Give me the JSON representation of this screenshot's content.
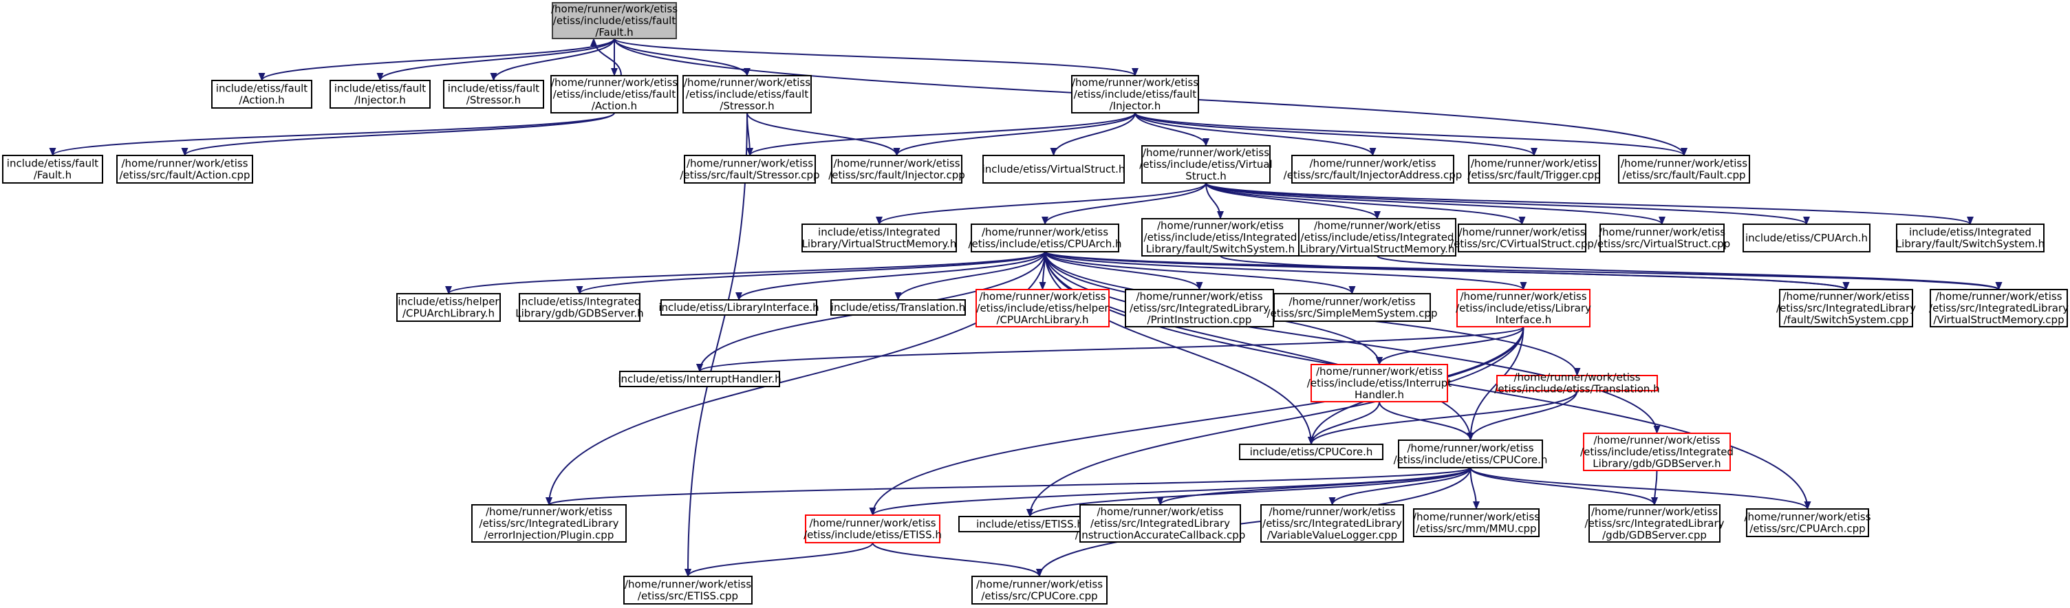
{
  "colors": {
    "edge": "#191970",
    "root_fill": "#bfbfbf",
    "highlight_border": "#ff0000"
  },
  "nodes": {
    "fault_h": {
      "lines": [
        "/home/runner/work/etiss",
        "/etiss/include/etiss/fault",
        "/Fault.h"
      ],
      "style": "root"
    },
    "inc_action": {
      "lines": [
        "include/etiss/fault",
        "/Action.h"
      ]
    },
    "inc_injector": {
      "lines": [
        "include/etiss/fault",
        "/Injector.h"
      ]
    },
    "inc_stressor": {
      "lines": [
        "include/etiss/fault",
        "/Stressor.h"
      ]
    },
    "action_h": {
      "lines": [
        "/home/runner/work/etiss",
        "/etiss/include/etiss/fault",
        "/Action.h"
      ]
    },
    "stressor_h": {
      "lines": [
        "/home/runner/work/etiss",
        "/etiss/include/etiss/fault",
        "/Stressor.h"
      ]
    },
    "injector_h": {
      "lines": [
        "/home/runner/work/etiss",
        "/etiss/include/etiss/fault",
        "/Injector.h"
      ]
    },
    "inc_fault": {
      "lines": [
        "include/etiss/fault",
        "/Fault.h"
      ]
    },
    "action_cpp": {
      "lines": [
        "/home/runner/work/etiss",
        "/etiss/src/fault/Action.cpp"
      ]
    },
    "stressor_cpp": {
      "lines": [
        "/home/runner/work/etiss",
        "/etiss/src/fault/Stressor.cpp"
      ]
    },
    "injector_cpp": {
      "lines": [
        "/home/runner/work/etiss",
        "/etiss/src/fault/Injector.cpp"
      ]
    },
    "inc_vstruct": {
      "lines": [
        "include/etiss/VirtualStruct.h"
      ]
    },
    "vstruct_h": {
      "lines": [
        "/home/runner/work/etiss",
        "/etiss/include/etiss/Virtual",
        "Struct.h"
      ]
    },
    "injaddr_cpp": {
      "lines": [
        "/home/runner/work/etiss",
        "/etiss/src/fault/InjectorAddress.cpp"
      ]
    },
    "trigger_cpp": {
      "lines": [
        "/home/runner/work/etiss",
        "/etiss/src/fault/Trigger.cpp"
      ]
    },
    "fault_cpp": {
      "lines": [
        "/home/runner/work/etiss",
        "/etiss/src/fault/Fault.cpp"
      ]
    },
    "inc_il_vsm": {
      "lines": [
        "include/etiss/Integrated",
        "Library/VirtualStructMemory.h"
      ]
    },
    "cpuarch_h": {
      "lines": [
        "/home/runner/work/etiss",
        "/etiss/include/etiss/CPUArch.h"
      ]
    },
    "il_fault_ss_h": {
      "lines": [
        "/home/runner/work/etiss",
        "/etiss/include/etiss/Integrated",
        "Library/fault/SwitchSystem.h"
      ]
    },
    "il_vsm_h": {
      "lines": [
        "/home/runner/work/etiss",
        "/etiss/include/etiss/Integrated",
        "Library/VirtualStructMemory.h"
      ]
    },
    "cvstruct_cpp": {
      "lines": [
        "/home/runner/work/etiss",
        "/etiss/src/CVirtualStruct.cpp"
      ]
    },
    "vstruct_cpp": {
      "lines": [
        "/home/runner/work/etiss",
        "/etiss/src/VirtualStruct.cpp"
      ]
    },
    "inc_cpuarch": {
      "lines": [
        "include/etiss/CPUArch.h"
      ]
    },
    "inc_il_fault_ss": {
      "lines": [
        "include/etiss/Integrated",
        "Library/fault/SwitchSystem.h"
      ]
    },
    "inc_helper_cal": {
      "lines": [
        "include/etiss/helper",
        "/CPUArchLibrary.h"
      ]
    },
    "inc_il_gdb": {
      "lines": [
        "include/etiss/Integrated",
        "Library/gdb/GDBServer.h"
      ]
    },
    "inc_libif": {
      "lines": [
        "include/etiss/LibraryInterface.h"
      ]
    },
    "inc_translation": {
      "lines": [
        "include/etiss/Translation.h"
      ]
    },
    "helper_cal_h": {
      "lines": [
        "/home/runner/work/etiss",
        "/etiss/include/etiss/helper",
        "/CPUArchLibrary.h"
      ],
      "style": "red"
    },
    "printinstr_cpp": {
      "lines": [
        "/home/runner/work/etiss",
        "/etiss/src/IntegratedLibrary",
        "/PrintInstruction.cpp"
      ]
    },
    "simplemem_cpp": {
      "lines": [
        "/home/runner/work/etiss",
        "/etiss/src/SimpleMemSystem.cpp"
      ]
    },
    "libif_h": {
      "lines": [
        "/home/runner/work/etiss",
        "/etiss/include/etiss/Library",
        "Interface.h"
      ],
      "style": "red"
    },
    "il_fault_ss_cpp": {
      "lines": [
        "/home/runner/work/etiss",
        "/etiss/src/IntegratedLibrary",
        "/fault/SwitchSystem.cpp"
      ]
    },
    "il_vsm_cpp": {
      "lines": [
        "/home/runner/work/etiss",
        "/etiss/src/IntegratedLibrary",
        "/VirtualStructMemory.cpp"
      ]
    },
    "inc_interrupt": {
      "lines": [
        "include/etiss/InterruptHandler.h"
      ]
    },
    "interrupt_h": {
      "lines": [
        "/home/runner/work/etiss",
        "/etiss/include/etiss/Interrupt",
        "Handler.h"
      ],
      "style": "red"
    },
    "translation_h": {
      "lines": [
        "/home/runner/work/etiss",
        "/etiss/include/etiss/Translation.h"
      ],
      "style": "red"
    },
    "inc_cpucore": {
      "lines": [
        "include/etiss/CPUCore.h"
      ]
    },
    "cpucore_h": {
      "lines": [
        "/home/runner/work/etiss",
        "/etiss/include/etiss/CPUCore.h"
      ]
    },
    "il_gdb_h": {
      "lines": [
        "/home/runner/work/etiss",
        "/etiss/include/etiss/Integrated",
        "Library/gdb/GDBServer.h"
      ],
      "style": "red"
    },
    "plugin_cpp": {
      "lines": [
        "/home/runner/work/etiss",
        "/etiss/src/IntegratedLibrary",
        "/errorInjection/Plugin.cpp"
      ]
    },
    "etiss_h": {
      "lines": [
        "/home/runner/work/etiss",
        "/etiss/include/etiss/ETISS.h"
      ],
      "style": "red"
    },
    "inc_etiss": {
      "lines": [
        "include/etiss/ETISS.h"
      ]
    },
    "iac_cpp": {
      "lines": [
        "/home/runner/work/etiss",
        "/etiss/src/IntegratedLibrary",
        "/InstructionAccurateCallback.cpp"
      ]
    },
    "vvl_cpp": {
      "lines": [
        "/home/runner/work/etiss",
        "/etiss/src/IntegratedLibrary",
        "/VariableValueLogger.cpp"
      ]
    },
    "mmu_cpp": {
      "lines": [
        "/home/runner/work/etiss",
        "/etiss/src/mm/MMU.cpp"
      ]
    },
    "gdbserver_cpp": {
      "lines": [
        "/home/runner/work/etiss",
        "/etiss/src/IntegratedLibrary",
        "/gdb/GDBServer.cpp"
      ]
    },
    "cpuarch_cpp": {
      "lines": [
        "/home/runner/work/etiss",
        "/etiss/src/CPUArch.cpp"
      ]
    },
    "etiss_cpp": {
      "lines": [
        "/home/runner/work/etiss",
        "/etiss/src/ETISS.cpp"
      ]
    },
    "cpucore_cpp": {
      "lines": [
        "/home/runner/work/etiss",
        "/etiss/src/CPUCore.cpp"
      ]
    }
  },
  "edges": [
    [
      "fault_h",
      "inc_action"
    ],
    [
      "fault_h",
      "inc_injector"
    ],
    [
      "fault_h",
      "inc_stressor"
    ],
    [
      "fault_h",
      "action_h"
    ],
    [
      "action_h",
      "fault_h"
    ],
    [
      "fault_h",
      "stressor_h"
    ],
    [
      "fault_h",
      "injector_h"
    ],
    [
      "fault_h",
      "fault_cpp"
    ],
    [
      "action_h",
      "inc_fault"
    ],
    [
      "action_h",
      "action_cpp"
    ],
    [
      "stressor_h",
      "stressor_cpp"
    ],
    [
      "stressor_h",
      "injector_cpp"
    ],
    [
      "stressor_h",
      "etiss_cpp"
    ],
    [
      "injector_h",
      "stressor_cpp"
    ],
    [
      "injector_h",
      "injector_cpp"
    ],
    [
      "injector_h",
      "inc_vstruct"
    ],
    [
      "injector_h",
      "vstruct_h"
    ],
    [
      "injector_h",
      "injaddr_cpp"
    ],
    [
      "injector_h",
      "trigger_cpp"
    ],
    [
      "injector_h",
      "fault_cpp"
    ],
    [
      "vstruct_h",
      "inc_il_vsm"
    ],
    [
      "vstruct_h",
      "cpuarch_h"
    ],
    [
      "vstruct_h",
      "il_fault_ss_h"
    ],
    [
      "vstruct_h",
      "il_vsm_h"
    ],
    [
      "vstruct_h",
      "cvstruct_cpp"
    ],
    [
      "vstruct_h",
      "vstruct_cpp"
    ],
    [
      "vstruct_h",
      "inc_cpuarch"
    ],
    [
      "vstruct_h",
      "inc_il_fault_ss"
    ],
    [
      "cpuarch_h",
      "inc_helper_cal"
    ],
    [
      "cpuarch_h",
      "inc_il_gdb"
    ],
    [
      "cpuarch_h",
      "inc_libif"
    ],
    [
      "cpuarch_h",
      "inc_translation"
    ],
    [
      "cpuarch_h",
      "helper_cal_h"
    ],
    [
      "cpuarch_h",
      "printinstr_cpp"
    ],
    [
      "cpuarch_h",
      "simplemem_cpp"
    ],
    [
      "cpuarch_h",
      "libif_h"
    ],
    [
      "cpuarch_h",
      "il_fault_ss_cpp"
    ],
    [
      "cpuarch_h",
      "il_vsm_cpp"
    ],
    [
      "cpuarch_h",
      "inc_interrupt"
    ],
    [
      "cpuarch_h",
      "interrupt_h"
    ],
    [
      "cpuarch_h",
      "translation_h"
    ],
    [
      "cpuarch_h",
      "inc_cpucore"
    ],
    [
      "cpuarch_h",
      "cpucore_h"
    ],
    [
      "cpuarch_h",
      "plugin_cpp"
    ],
    [
      "cpuarch_h",
      "cpuarch_cpp"
    ],
    [
      "cpuarch_h",
      "il_gdb_h"
    ],
    [
      "il_fault_ss_h",
      "il_fault_ss_cpp"
    ],
    [
      "il_vsm_h",
      "il_vsm_cpp"
    ],
    [
      "libif_h",
      "inc_interrupt"
    ],
    [
      "libif_h",
      "interrupt_h"
    ],
    [
      "libif_h",
      "inc_cpucore"
    ],
    [
      "libif_h",
      "cpucore_h"
    ],
    [
      "libif_h",
      "etiss_h"
    ],
    [
      "libif_h",
      "inc_etiss"
    ],
    [
      "interrupt_h",
      "inc_cpucore"
    ],
    [
      "interrupt_h",
      "cpucore_h"
    ],
    [
      "translation_h",
      "inc_cpucore"
    ],
    [
      "translation_h",
      "cpucore_h"
    ],
    [
      "cpucore_h",
      "plugin_cpp"
    ],
    [
      "cpucore_h",
      "etiss_h"
    ],
    [
      "cpucore_h",
      "inc_etiss"
    ],
    [
      "cpucore_h",
      "iac_cpp"
    ],
    [
      "cpucore_h",
      "vvl_cpp"
    ],
    [
      "cpucore_h",
      "mmu_cpp"
    ],
    [
      "cpucore_h",
      "gdbserver_cpp"
    ],
    [
      "cpucore_h",
      "cpuarch_cpp"
    ],
    [
      "cpucore_h",
      "cpucore_cpp"
    ],
    [
      "il_gdb_h",
      "gdbserver_cpp"
    ],
    [
      "etiss_h",
      "etiss_cpp"
    ],
    [
      "etiss_h",
      "cpucore_cpp"
    ]
  ]
}
